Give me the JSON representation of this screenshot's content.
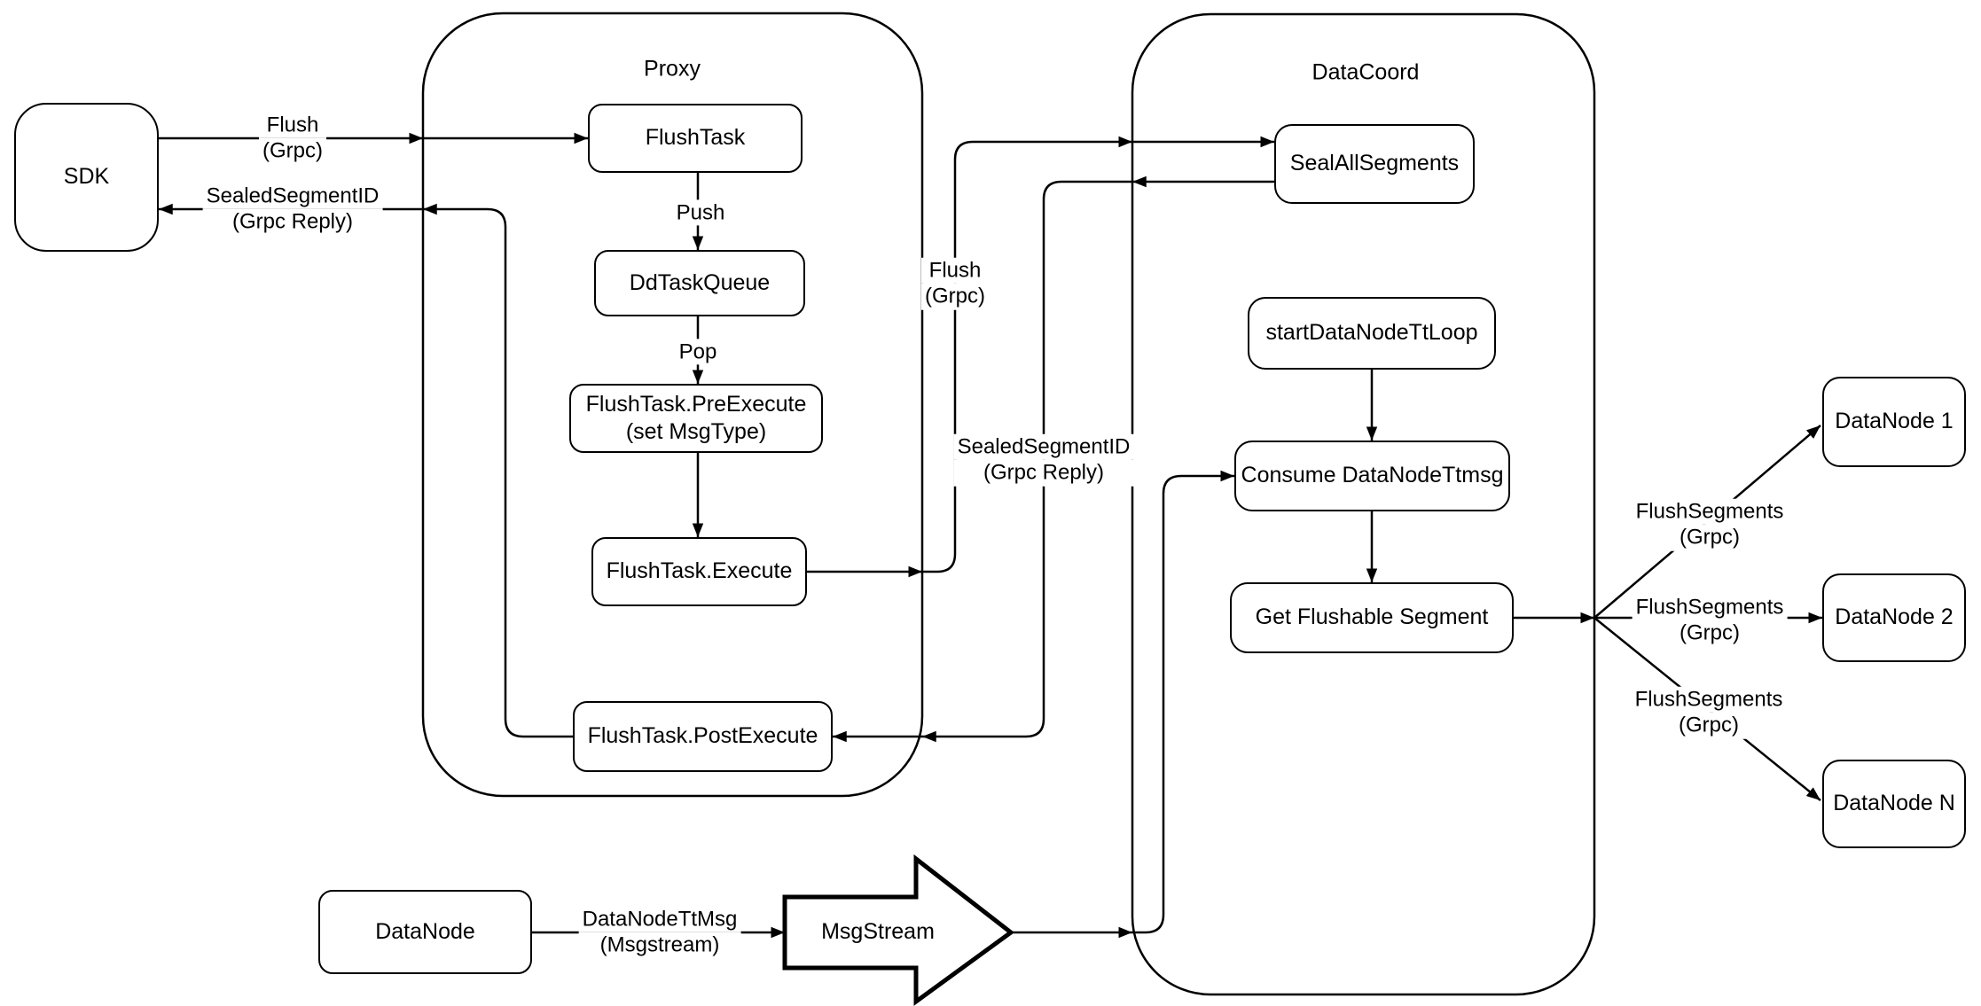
{
  "colors": {
    "stroke": "#000000",
    "fill": "#ffffff",
    "text": "#000000"
  },
  "containers": {
    "proxy": {
      "label": "Proxy"
    },
    "datacoord": {
      "label": "DataCoord"
    }
  },
  "nodes": {
    "sdk": {
      "label": "SDK"
    },
    "flush_task": {
      "label": "FlushTask"
    },
    "dd_task_queue": {
      "label": "DdTaskQueue"
    },
    "pre_execute": {
      "line1": "FlushTask.PreExecute",
      "line2": "(set MsgType)"
    },
    "execute": {
      "label": "FlushTask.Execute"
    },
    "post_execute": {
      "label": "FlushTask.PostExecute"
    },
    "seal_all_segments": {
      "label": "SealAllSegments"
    },
    "start_datanode_tt_loop": {
      "label": "startDataNodeTtLoop"
    },
    "consume_datanode_ttmsg": {
      "label": "Consume DataNodeTtmsg"
    },
    "get_flushable_segment": {
      "label": "Get Flushable Segment"
    },
    "datanode_1": {
      "label": "DataNode 1"
    },
    "datanode_2": {
      "label": "DataNode 2"
    },
    "datanode_n": {
      "label": "DataNode N"
    },
    "datanode": {
      "label": "DataNode"
    },
    "msgstream": {
      "label": "MsgStream"
    }
  },
  "edge_labels": {
    "flush_sdk": {
      "line1": "Flush",
      "line2": "(Grpc)"
    },
    "sealed_sdk": {
      "line1": "SealedSegmentID",
      "line2": "(Grpc Reply)"
    },
    "push": {
      "label": "Push"
    },
    "pop": {
      "label": "Pop"
    },
    "flush_mid": {
      "line1": "Flush",
      "line2": "(Grpc)"
    },
    "sealed_mid": {
      "line1": "SealedSegmentID",
      "line2": "(Grpc Reply)"
    },
    "flush_segments_1": {
      "line1": "FlushSegments",
      "line2": "(Grpc)"
    },
    "flush_segments_2": {
      "line1": "FlushSegments",
      "line2": "(Grpc)"
    },
    "flush_segments_3": {
      "line1": "FlushSegments",
      "line2": "(Grpc)"
    },
    "datanode_tt_msg": {
      "line1": "DataNodeTtMsg",
      "line2": "(Msgstream)"
    }
  }
}
